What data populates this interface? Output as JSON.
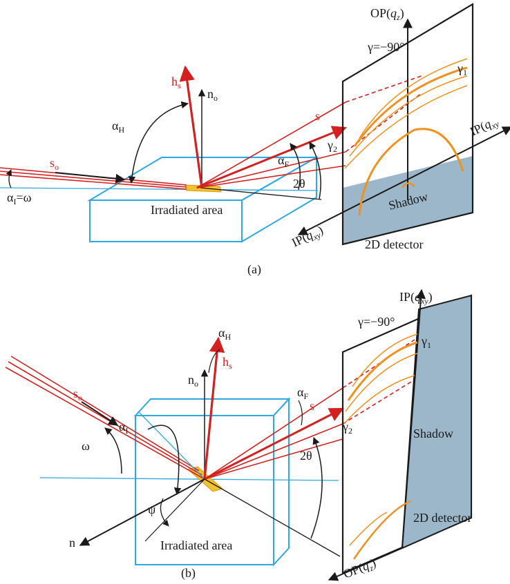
{
  "colors": {
    "beam": "#d42020",
    "sample": "#2ea8e0",
    "ring": "#f0901e",
    "shadow": "#9bb7c9",
    "hatch": "#f2c12e",
    "line": "#1a1a1a"
  },
  "panel_a": {
    "caption": "(a)",
    "op_axis": "OP(",
    "op_var": "q",
    "op_sub": "z",
    "ip_axis_right": "IP(",
    "ip_axis_left": "IP(",
    "ip_var": "q",
    "ip_sub": "xy",
    "gamma_90": "γ=−90°",
    "gamma1": "γ",
    "gamma1_sub": "1",
    "gamma2": "γ",
    "gamma2_sub": "2",
    "hs": "h",
    "hs_sub": "s",
    "no": "n",
    "no_sub": "o",
    "alpha_h": "α",
    "alpha_h_sub": "H",
    "alpha_f": "α",
    "alpha_f_sub": "F",
    "alpha_i": "α",
    "alpha_i_sub": "I",
    "alpha_i_eq": "=ω",
    "s0": "s",
    "s0_sub": "o",
    "s": "s",
    "two_theta": "2θ",
    "irradiated": "Irradiated area",
    "shadow": "Shadow",
    "detector": "2D detector"
  },
  "panel_b": {
    "caption": "(b)",
    "ip_axis": "IP(",
    "ip_var": "q",
    "ip_sub": "xy",
    "op_axis": "OP(",
    "op_var": "q",
    "op_sub": "z",
    "gamma_90": "γ=−90°",
    "gamma1": "γ",
    "gamma1_sub": "1",
    "gamma2": "γ",
    "gamma2_sub": "2",
    "hs": "h",
    "hs_sub": "s",
    "no": "n",
    "no_sub": "o",
    "n": "n",
    "alpha_h": "α",
    "alpha_h_sub": "H",
    "alpha_f": "α",
    "alpha_f_sub": "F",
    "alpha_i": "α",
    "alpha_i_sub": "I",
    "omega": "ω",
    "psi": "ψ",
    "s0": "s",
    "s0_sub": "o",
    "s": "s",
    "two_theta": "2θ",
    "irradiated": "Irradiated area",
    "shadow": "Shadow",
    "detector": "2D detector"
  }
}
